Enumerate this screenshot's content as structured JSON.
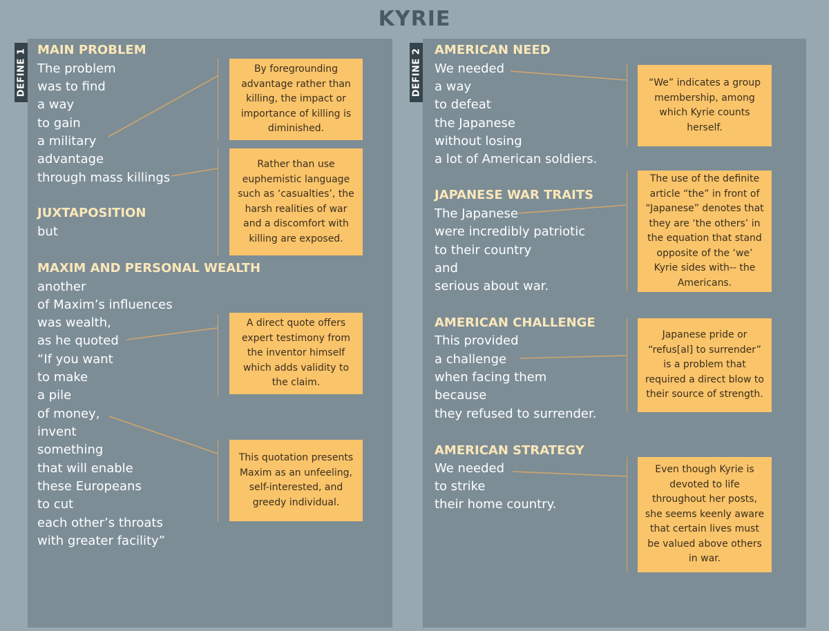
{
  "title": "KYRIE",
  "tabs": {
    "left": "DEFINE 1",
    "right": "DEFINE 2"
  },
  "left": {
    "sections": [
      {
        "heading": "MAIN PROBLEM",
        "lines": [
          "The problem",
          "was to find",
          "a way",
          "to gain",
          "a military",
          "advantage",
          "through mass killings"
        ]
      },
      {
        "heading": "JUXTAPOSITION",
        "lines": [
          "but"
        ]
      },
      {
        "heading": "MAXIM AND PERSONAL WEALTH",
        "lines": [
          "another",
          "of Maxim’s influences",
          "was wealth,",
          "as he quoted",
          "“If you want",
          "to make",
          "a pile",
          "of money,",
          "invent",
          "something",
          "that will enable",
          "these Europeans",
          "to cut",
          "each other’s throats",
          "with greater facility”"
        ]
      }
    ],
    "notes": [
      "By foregrounding advantage rather than killing, the impact or importance of killing is diminished.",
      "Rather than use euphemistic language such as ‘casualties’, the harsh realities of war and a discomfort with killing are exposed.",
      "A direct quote offers expert testimony from the inventor himself which adds validity to the claim.",
      "This quotation presents Maxim as an unfeeling, self-interested, and greedy individual."
    ]
  },
  "right": {
    "sections": [
      {
        "heading": "AMERICAN NEED",
        "lines": [
          "We needed",
          "a way",
          "to defeat",
          "the Japanese",
          "without losing",
          "a lot of American soldiers."
        ]
      },
      {
        "heading": "JAPANESE WAR TRAITS",
        "lines": [
          "The Japanese",
          "were incredibly patriotic",
          "to their country",
          "and",
          "serious about war."
        ]
      },
      {
        "heading": "AMERICAN CHALLENGE",
        "lines": [
          "This provided",
          "a challenge",
          "when facing them",
          "because",
          "they refused to surrender."
        ]
      },
      {
        "heading": "AMERICAN STRATEGY",
        "lines": [
          "We needed",
          "to strike",
          "their home country."
        ]
      }
    ],
    "notes": [
      "“We” indicates a group membership, among which Kyrie counts herself.",
      "The use of the definite article “the” in front of “Japanese” denotes that they are ‘the others’ in the equation that stand opposite of the ‘we’ Kyrie sides with-- the Americans.",
      "Japanese pride or “refus[al] to surrender” is a problem that required a direct blow to their source of strength.",
      "Even though Kyrie is devoted to life throughout her posts, she seems keenly aware that certain lives must be valued above others in war."
    ]
  }
}
